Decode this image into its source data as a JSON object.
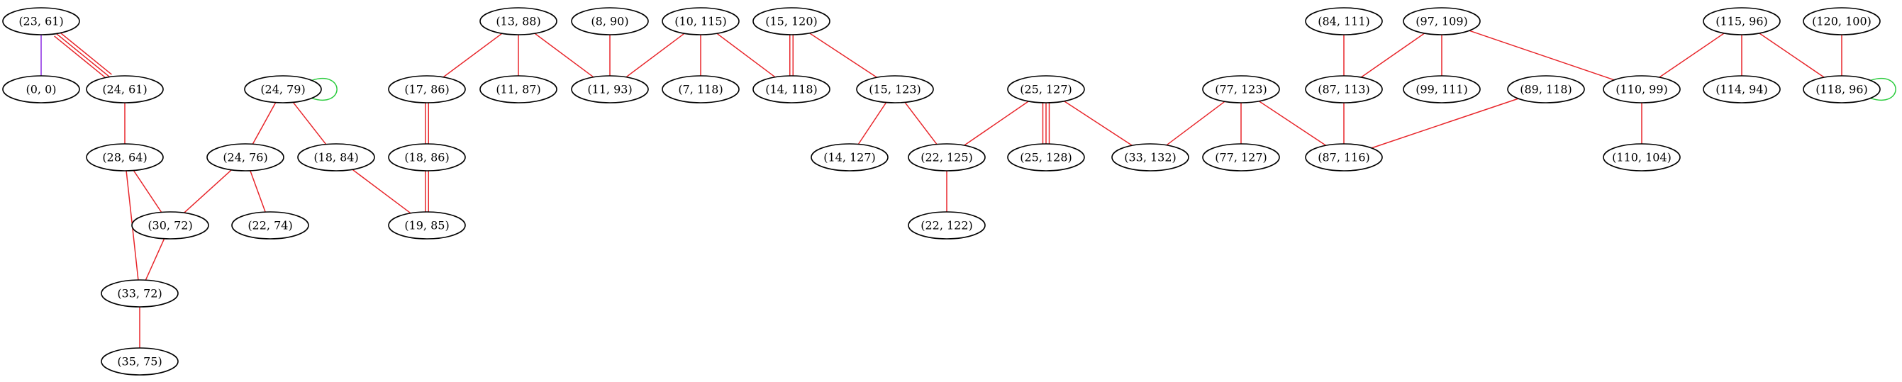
{
  "colors": {
    "edge_default": "#e8262b",
    "edge_purple": "#8a2be2",
    "edge_green": "#2ecc40",
    "node_stroke": "#000000",
    "node_fill": "#ffffff"
  },
  "nodes": [
    {
      "id": "23_61",
      "label": "(23, 61)"
    },
    {
      "id": "0_0",
      "label": "(0, 0)"
    },
    {
      "id": "24_61",
      "label": "(24, 61)"
    },
    {
      "id": "28_64",
      "label": "(28, 64)"
    },
    {
      "id": "30_72",
      "label": "(30, 72)"
    },
    {
      "id": "33_72",
      "label": "(33, 72)"
    },
    {
      "id": "35_75",
      "label": "(35, 75)"
    },
    {
      "id": "24_79",
      "label": "(24, 79)"
    },
    {
      "id": "24_76",
      "label": "(24, 76)"
    },
    {
      "id": "22_74",
      "label": "(22, 74)"
    },
    {
      "id": "18_84",
      "label": "(18, 84)"
    },
    {
      "id": "13_88",
      "label": "(13, 88)"
    },
    {
      "id": "17_86",
      "label": "(17, 86)"
    },
    {
      "id": "18_86",
      "label": "(18, 86)"
    },
    {
      "id": "19_85",
      "label": "(19, 85)"
    },
    {
      "id": "11_87",
      "label": "(11, 87)"
    },
    {
      "id": "8_90",
      "label": "(8, 90)"
    },
    {
      "id": "11_93",
      "label": "(11, 93)"
    },
    {
      "id": "10_115",
      "label": "(10, 115)"
    },
    {
      "id": "7_118",
      "label": "(7, 118)"
    },
    {
      "id": "15_120",
      "label": "(15, 120)"
    },
    {
      "id": "14_118",
      "label": "(14, 118)"
    },
    {
      "id": "15_123",
      "label": "(15, 123)"
    },
    {
      "id": "14_127",
      "label": "(14, 127)"
    },
    {
      "id": "22_125",
      "label": "(22, 125)"
    },
    {
      "id": "22_122",
      "label": "(22, 122)"
    },
    {
      "id": "25_127",
      "label": "(25, 127)"
    },
    {
      "id": "25_128",
      "label": "(25, 128)"
    },
    {
      "id": "33_132",
      "label": "(33, 132)"
    },
    {
      "id": "77_123",
      "label": "(77, 123)"
    },
    {
      "id": "77_127",
      "label": "(77, 127)"
    },
    {
      "id": "87_116",
      "label": "(87, 116)"
    },
    {
      "id": "84_111",
      "label": "(84, 111)"
    },
    {
      "id": "87_113",
      "label": "(87, 113)"
    },
    {
      "id": "97_109",
      "label": "(97, 109)"
    },
    {
      "id": "99_111",
      "label": "(99, 111)"
    },
    {
      "id": "89_118",
      "label": "(89, 118)"
    },
    {
      "id": "110_99",
      "label": "(110, 99)"
    },
    {
      "id": "110_104",
      "label": "(110, 104)"
    },
    {
      "id": "115_96",
      "label": "(115, 96)"
    },
    {
      "id": "114_94",
      "label": "(114, 94)"
    },
    {
      "id": "118_96",
      "label": "(118, 96)"
    },
    {
      "id": "120_100",
      "label": "(120, 100)"
    }
  ],
  "edges": [
    {
      "from": "23_61",
      "to": "0_0",
      "color": "purple",
      "count": 1
    },
    {
      "from": "23_61",
      "to": "24_61",
      "color": "red",
      "count": 3
    },
    {
      "from": "24_61",
      "to": "28_64",
      "color": "red",
      "count": 1
    },
    {
      "from": "28_64",
      "to": "30_72",
      "color": "red",
      "count": 1
    },
    {
      "from": "28_64",
      "to": "33_72",
      "color": "red",
      "count": 1
    },
    {
      "from": "30_72",
      "to": "33_72",
      "color": "red",
      "count": 1
    },
    {
      "from": "33_72",
      "to": "35_75",
      "color": "red",
      "count": 1
    },
    {
      "from": "24_79",
      "to": "24_79",
      "color": "green",
      "count": 1
    },
    {
      "from": "24_79",
      "to": "24_76",
      "color": "red",
      "count": 1
    },
    {
      "from": "24_79",
      "to": "18_84",
      "color": "red",
      "count": 1
    },
    {
      "from": "24_76",
      "to": "30_72",
      "color": "red",
      "count": 1
    },
    {
      "from": "24_76",
      "to": "22_74",
      "color": "red",
      "count": 1
    },
    {
      "from": "18_84",
      "to": "19_85",
      "color": "red",
      "count": 1
    },
    {
      "from": "13_88",
      "to": "17_86",
      "color": "red",
      "count": 1
    },
    {
      "from": "13_88",
      "to": "11_87",
      "color": "red",
      "count": 1
    },
    {
      "from": "13_88",
      "to": "11_93",
      "color": "red",
      "count": 1
    },
    {
      "from": "17_86",
      "to": "18_86",
      "color": "red",
      "count": 2
    },
    {
      "from": "18_86",
      "to": "19_85",
      "color": "red",
      "count": 2
    },
    {
      "from": "8_90",
      "to": "11_93",
      "color": "red",
      "count": 1
    },
    {
      "from": "10_115",
      "to": "11_93",
      "color": "red",
      "count": 1
    },
    {
      "from": "10_115",
      "to": "7_118",
      "color": "red",
      "count": 1
    },
    {
      "from": "10_115",
      "to": "14_118",
      "color": "red",
      "count": 1
    },
    {
      "from": "15_120",
      "to": "14_118",
      "color": "red",
      "count": 2
    },
    {
      "from": "15_120",
      "to": "15_123",
      "color": "red",
      "count": 1
    },
    {
      "from": "15_123",
      "to": "14_127",
      "color": "red",
      "count": 1
    },
    {
      "from": "15_123",
      "to": "22_125",
      "color": "red",
      "count": 1
    },
    {
      "from": "22_125",
      "to": "22_122",
      "color": "red",
      "count": 1
    },
    {
      "from": "25_127",
      "to": "22_125",
      "color": "red",
      "count": 1
    },
    {
      "from": "25_127",
      "to": "25_128",
      "color": "red",
      "count": 3
    },
    {
      "from": "25_127",
      "to": "33_132",
      "color": "red",
      "count": 1
    },
    {
      "from": "77_123",
      "to": "33_132",
      "color": "red",
      "count": 1
    },
    {
      "from": "77_123",
      "to": "77_127",
      "color": "red",
      "count": 1
    },
    {
      "from": "77_123",
      "to": "87_116",
      "color": "red",
      "count": 1
    },
    {
      "from": "84_111",
      "to": "87_113",
      "color": "red",
      "count": 1
    },
    {
      "from": "87_113",
      "to": "87_116",
      "color": "red",
      "count": 1
    },
    {
      "from": "97_109",
      "to": "87_113",
      "color": "red",
      "count": 1
    },
    {
      "from": "97_109",
      "to": "99_111",
      "color": "red",
      "count": 1
    },
    {
      "from": "97_109",
      "to": "110_99",
      "color": "red",
      "count": 1
    },
    {
      "from": "89_118",
      "to": "87_116",
      "color": "red",
      "count": 1
    },
    {
      "from": "110_99",
      "to": "110_104",
      "color": "red",
      "count": 1
    },
    {
      "from": "115_96",
      "to": "110_99",
      "color": "red",
      "count": 1
    },
    {
      "from": "115_96",
      "to": "114_94",
      "color": "red",
      "count": 1
    },
    {
      "from": "115_96",
      "to": "118_96",
      "color": "red",
      "count": 1
    },
    {
      "from": "118_96",
      "to": "118_96",
      "color": "green",
      "count": 1
    },
    {
      "from": "120_100",
      "to": "118_96",
      "color": "red",
      "count": 1
    }
  ]
}
